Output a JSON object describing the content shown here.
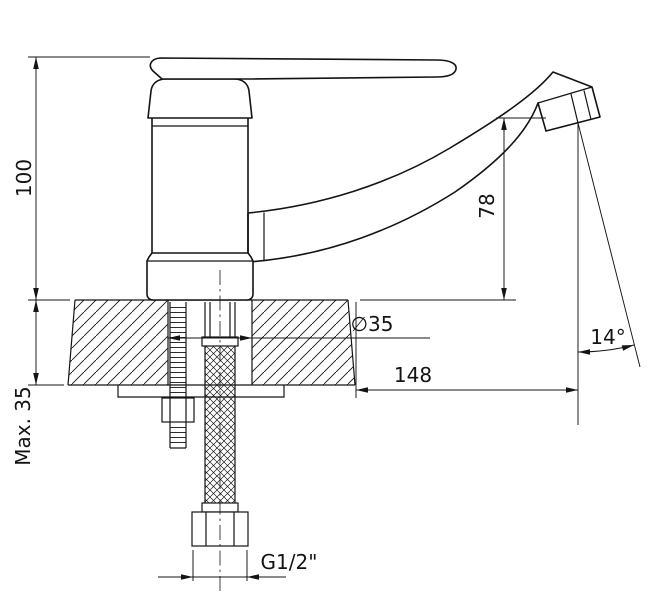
{
  "labels": {
    "height100": "100",
    "spoutHeight78": "78",
    "maxThickness": "Max. 35",
    "holeDiameter": "∅35",
    "reach148": "148",
    "outletAngle": "14°",
    "thread": "G1/2\""
  },
  "colors": {
    "line": "#141414",
    "background": "#ffffff"
  }
}
